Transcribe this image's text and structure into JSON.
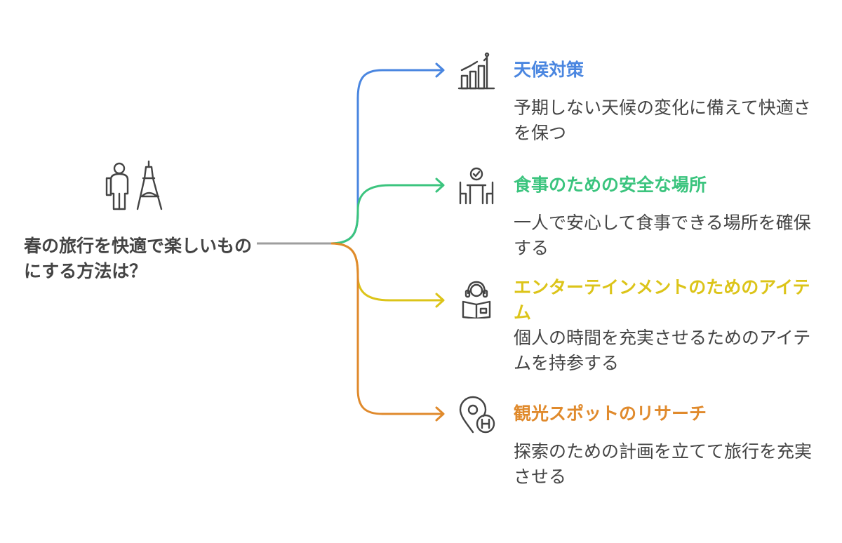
{
  "diagram": {
    "center": {
      "title": "春の旅行を快適で楽しいものにする方法は？",
      "icon": "traveler-eiffel-tower-icon",
      "line_color": "#9e9e9e"
    },
    "branches": [
      {
        "title": "天候対策",
        "description": "予期しない天候の変化に備えて快適さを保つ",
        "color": "#4a86e0",
        "icon": "weather-chart-icon"
      },
      {
        "title": "食事のための安全な場所",
        "description": "一人で安心して食事できる場所を確保する",
        "color": "#3bc47e",
        "icon": "dining-table-icon"
      },
      {
        "title": "エンターテインメントのためのアイテム",
        "description": "個人の時間を充実させるためのアイテムを持参する",
        "color": "#dcc419",
        "icon": "headphones-book-icon"
      },
      {
        "title": "観光スポットのリサーチ",
        "description": "探索のための計画を立てて旅行を充実させる",
        "color": "#e08a2c",
        "icon": "map-pin-hotel-icon"
      }
    ]
  }
}
